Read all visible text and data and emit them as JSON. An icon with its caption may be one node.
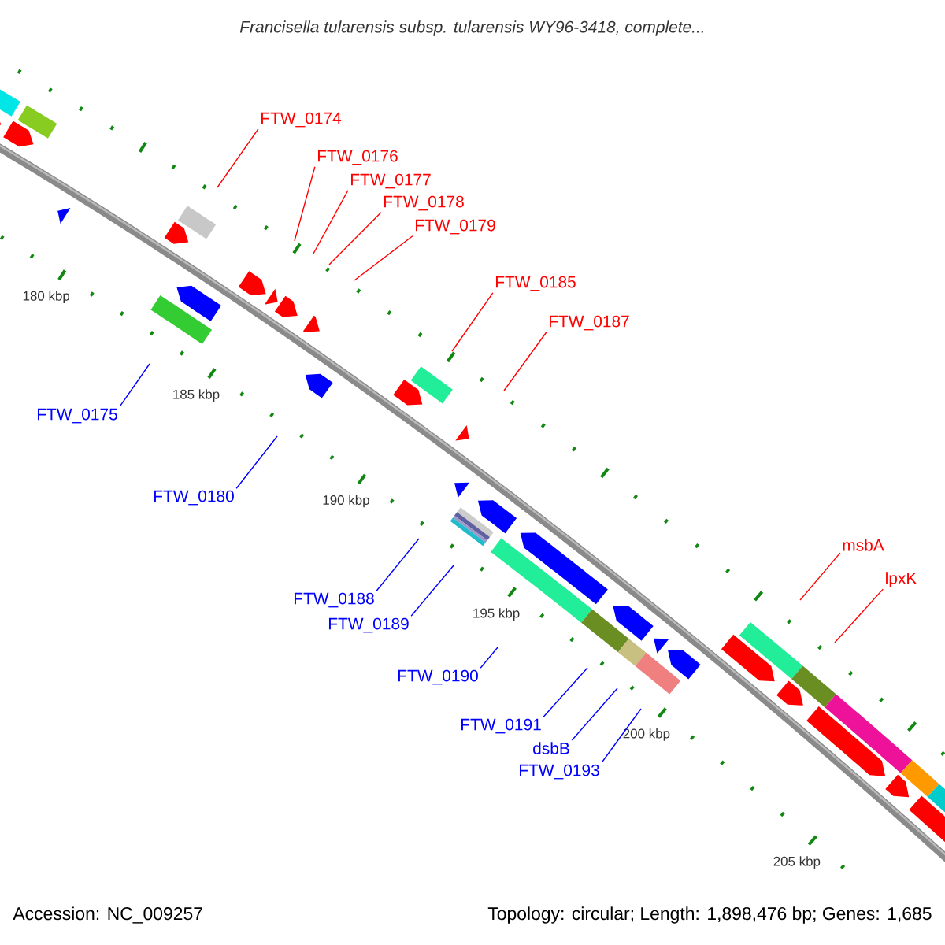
{
  "diagram": {
    "title": "Francisella tularensis subsp. tularensis WY96-3418, complete...",
    "nodes": [
      {
        "text": [
          "FTW_0174"
        ]
      },
      {
        "text": [
          "FTW_0176"
        ]
      },
      {
        "text": [
          "FTW_0177"
        ]
      },
      {
        "text": [
          "FTW_0178"
        ]
      },
      {
        "text": [
          "FTW_0179"
        ]
      },
      {
        "text": [
          "FTW_0185"
        ]
      },
      {
        "text": [
          "FTW_0187"
        ]
      },
      {
        "text": [
          "FTW_0175"
        ]
      },
      {
        "text": [
          "FTW_0180"
        ]
      },
      {
        "text": [
          "msbA"
        ]
      },
      {
        "text": [
          "lpxK"
        ]
      },
      {
        "text": [
          "FTW_0188"
        ]
      },
      {
        "text": [
          "FTW_0189"
        ]
      },
      {
        "text": [
          "FTW_0190"
        ]
      },
      {
        "text": [
          "FTW_0191"
        ]
      },
      {
        "text": [
          "dsbB"
        ]
      },
      {
        "text": [
          "FTW_0193"
        ]
      }
    ],
    "edges": [
      {
        "from": 0,
        "to": null,
        "arrow": "none",
        "color": "#ff0000"
      },
      {
        "from": 1,
        "to": null,
        "arrow": "none",
        "color": "#ff0000"
      },
      {
        "from": 2,
        "to": null,
        "arrow": "none",
        "color": "#ff0000"
      },
      {
        "from": 3,
        "to": null,
        "arrow": "none",
        "color": "#ff0000"
      },
      {
        "from": 4,
        "to": null,
        "arrow": "none",
        "color": "#ff0000"
      },
      {
        "from": 5,
        "to": null,
        "arrow": "none",
        "color": "#ff0000"
      },
      {
        "from": 6,
        "to": null,
        "arrow": "none",
        "color": "#ff0000"
      },
      {
        "from": 7,
        "to": null,
        "arrow": "none",
        "color": "#0000ff"
      },
      {
        "from": 8,
        "to": null,
        "arrow": "none",
        "color": "#0000ff"
      },
      {
        "from": 9,
        "to": null,
        "arrow": "none",
        "color": "#ff0000"
      },
      {
        "from": 10,
        "to": null,
        "arrow": "none",
        "color": "#ff0000"
      },
      {
        "from": 11,
        "to": null,
        "arrow": "none",
        "color": "#0000ff"
      },
      {
        "from": 12,
        "to": null,
        "arrow": "none",
        "color": "#0000ff"
      },
      {
        "from": 13,
        "to": null,
        "arrow": "none",
        "color": "#0000ff"
      },
      {
        "from": 14,
        "to": null,
        "arrow": "none",
        "color": "#0000ff"
      },
      {
        "from": 15,
        "to": null,
        "arrow": "none",
        "color": "#0000ff"
      },
      {
        "from": 16,
        "to": null,
        "arrow": "none",
        "color": "#0000ff"
      }
    ],
    "labels": [
      "180 kbp",
      "185 kbp",
      "190 kbp",
      "195 kbp",
      "200 kbp",
      "205 kbp",
      "Accession: NC_009257",
      "Topology: circular; Length: 1,898,476 bp; Genes: 1,685"
    ]
  }
}
